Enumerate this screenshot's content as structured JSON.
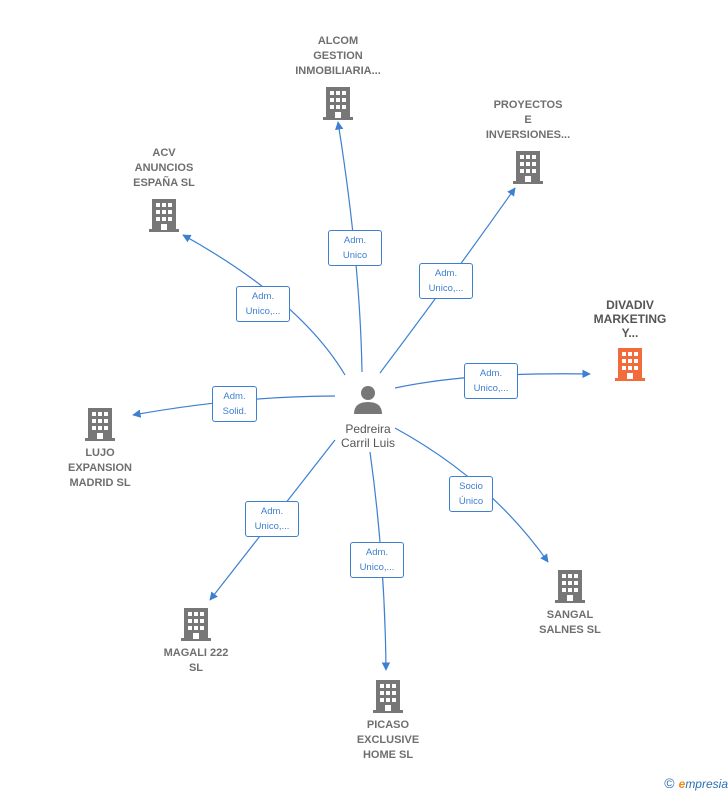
{
  "center": {
    "name": "Pedreira\nCarril Luis",
    "icon": "person-icon"
  },
  "colors": {
    "edge": "#3d7fd1",
    "building": "#777777",
    "highlight": "#f26b3a"
  },
  "nodes": [
    {
      "id": "alcom",
      "label": "ALCOM\nGESTION\nINMOBILIARIA...",
      "highlight": false
    },
    {
      "id": "proyectos",
      "label": "PROYECTOS\nE\nINVERSIONES...",
      "highlight": false
    },
    {
      "id": "acv",
      "label": "ACV\nANUNCIOS\nESPAÑA  SL",
      "highlight": false
    },
    {
      "id": "divadiv",
      "label": "DIVADIV\nMARKETING\nY...",
      "highlight": true
    },
    {
      "id": "lujo",
      "label": "LUJO\nEXPANSION\nMADRID  SL",
      "highlight": false
    },
    {
      "id": "sangal",
      "label": "SANGAL\nSALNES  SL",
      "highlight": false
    },
    {
      "id": "magali",
      "label": "MAGALI 222\nSL",
      "highlight": false
    },
    {
      "id": "picaso",
      "label": "PICASO\nEXCLUSIVE\nHOME  SL",
      "highlight": false
    }
  ],
  "edges": [
    {
      "to": "alcom",
      "label": "Adm.\nUnico"
    },
    {
      "to": "proyectos",
      "label": "Adm.\nUnico,..."
    },
    {
      "to": "acv",
      "label": "Adm.\nUnico,..."
    },
    {
      "to": "divadiv",
      "label": "Adm.\nUnico,..."
    },
    {
      "to": "lujo",
      "label": "Adm.\nSolid."
    },
    {
      "to": "sangal",
      "label": "Socio\nÚnico"
    },
    {
      "to": "magali",
      "label": "Adm.\nUnico,..."
    },
    {
      "to": "picaso",
      "label": "Adm.\nUnico,..."
    }
  ],
  "footer": {
    "copyright": "©",
    "brand_first": "e",
    "brand_rest": "mpresia"
  }
}
